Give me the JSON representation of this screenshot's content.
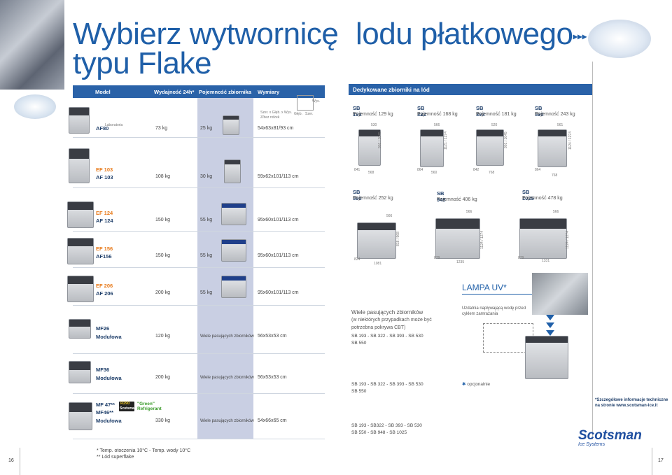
{
  "title_line1": "Wybierz wytwornicę",
  "title_line2": "typu Flake",
  "title_right": "lodu płatkowego",
  "table_headers": {
    "model": "Model",
    "capacity": "Wydajność 24h*",
    "bin_capacity": "Pojemność zbiornika",
    "dimensions": "Wymiary"
  },
  "dim_note": {
    "line1": "Szer. x Głęb. x Wys.",
    "line2": "Z/bez nóżek",
    "h": "Wys.",
    "w": "Szer.",
    "d": "Głęb."
  },
  "rows": [
    {
      "ef": "",
      "model": "AF80",
      "capacity": "73 kg",
      "bin": "25 kg",
      "dims": "54x63x81/93 cm",
      "note": "Laboratoria"
    },
    {
      "ef": "EF 103",
      "model": "AF 103",
      "capacity": "108 kg",
      "bin": "30 kg",
      "dims": "59x62x101/113 cm"
    },
    {
      "ef": "EF 124",
      "model": "AF 124",
      "capacity": "150 kg",
      "bin": "55 kg",
      "dims": "95x60x101/113 cm"
    },
    {
      "ef": "EF 156",
      "model": "AF156",
      "capacity": "150 kg",
      "bin": "55 kg",
      "dims": "95x60x101/113 cm"
    },
    {
      "ef": "EF 206",
      "model": "AF 206",
      "capacity": "200 kg",
      "bin": "55 kg",
      "dims": "95x60x101/113 cm"
    }
  ],
  "modular": [
    {
      "model": "MF26",
      "sub": "Modułowa",
      "capacity": "120 kg",
      "bin": "Wiele pasujących zbiorników",
      "dims": "56x53x53 cm",
      "compat": "SB 193 - SB 322 - SB 393 - SB 530\nSB 550"
    },
    {
      "model": "MF36",
      "sub": "Modułowa",
      "capacity": "200 kg",
      "bin": "Wiele pasujących zbiorników",
      "dims": "56x53x53 cm",
      "compat": "SB 193 - SB 322 - SB 393 - SB 530\nSB 550"
    },
    {
      "model": "MF 47**",
      "model2": "MF46**",
      "sub": "Modułowa",
      "capacity": "330 kg",
      "bin": "Wiele pasujących zbiorników",
      "dims": "54x66x65 cm",
      "compat": "SB 193 - SB322 - SB 393 - SB 530\nSB 550 - SB 948 - SB 1025"
    }
  ],
  "green_badge": {
    "r290": "R290",
    "green": "\"Green\"",
    "brand": "Scotsman",
    "refrigerant": "Refrigerant"
  },
  "bins_header": "Dedykowane zbiorniki na lód",
  "bins_row1": [
    {
      "name": "SB 193",
      "cap": "Pojemność 129 kg",
      "w": "530",
      "h": "901 / 1045",
      "d": "841",
      "dd": "568"
    },
    {
      "name": "SB 322",
      "cap": "Pojemność 168 kg",
      "w": "566",
      "h": "1121 / 1274",
      "d": "864",
      "dd": "560"
    },
    {
      "name": "SB 393",
      "cap": "Pojemność 181 kg",
      "w": "520",
      "h": "901 / 1045",
      "d": "842",
      "dd": "768"
    },
    {
      "name": "SB 530",
      "cap": "Pojemność 243 kg",
      "w": "561",
      "h": "1124 / 1274",
      "d": "864",
      "dd": "768"
    }
  ],
  "bins_row2": [
    {
      "name": "SB 550",
      "cap": "Pojemność 252 kg",
      "w": "566",
      "h": "818 / 968",
      "d": "824",
      "dd": "1081"
    },
    {
      "name": "SB 948",
      "cap": "Pojemność 406 kg",
      "w": "566",
      "h": "1124 / 1274",
      "d": "879",
      "dd": "1235"
    },
    {
      "name": "SB 1025",
      "cap": "Pojemność 478 kg",
      "w": "566",
      "h": "1124 / 1274",
      "d": "879",
      "dd": "1331"
    }
  ],
  "lampa": "LAMPA UV*",
  "many_bins": {
    "line1": "Wiele pasujących zbiorników",
    "line2": "(w niektórych przypadkach może być",
    "line3": "potrzebna pokrywa CBT)"
  },
  "water_note": {
    "line1": "Uzdatnia napływającą wodę przed",
    "line2": "cyklem zamrażania"
  },
  "optional": "opcjonalnie",
  "more_info": {
    "line1": "*Szczegółowe informacje techniczne",
    "line2": "na stronie www.scotsman-ice.it"
  },
  "footnotes": {
    "f1": "* Temp. otoczenia 10°C - Temp. wody 10°C",
    "f2": "** Lód superflake"
  },
  "logo": {
    "brand": "Scotsman",
    "sub": "Ice Systems"
  },
  "page_left": "16",
  "page_right": "17",
  "colors": {
    "blue": "#2a62a8",
    "orange": "#e87a1a",
    "shade": "#c9cfe3"
  }
}
